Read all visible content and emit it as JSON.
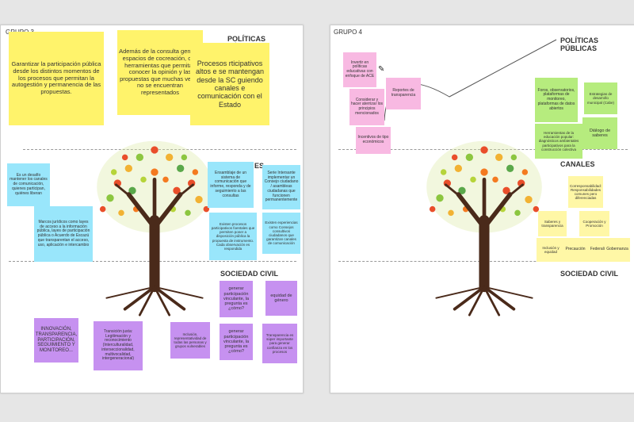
{
  "group3": {
    "title": "GRUPO 3",
    "headings": {
      "politicas": "POLÍTICAS PÚBLICAS",
      "canales": "ES",
      "sociedad": "SOCIEDAD CIVIL"
    },
    "yellow_notes": [
      "Garantizar la participación pública desde los distintos momentos de los procesos que permitan la autogestión y permanencia de las propuestas.",
      "Además de la consulta generar espacios de cocreación, con herramientas que permitan conocer la opinión y las propuestas que muchas veces no se encuentran representados",
      "Procesos rticipativos altos e se mantengan desde la SC guiendo canales e comunicación con el Estado"
    ],
    "blue_notes": [
      "Es un desafío mantener los canales de comunicación, quienes participan, quiénes liberan",
      "Marcos jurídicos como layes de acceso a la información pública, layes de participación pública o Acuerdo de Escazú que transparentan el acceso, uso, aplicación e intercambio",
      "Ensamblaje de un sistema de comunicación que informe, responda y de seguimiento a las consultas",
      "Existen procesos participativos foentales que permiten poner a disposición pública la propuesta de instrumento. Cada observación es respondida",
      "Serie Intersante implementar un Consejo ciudadano / asambleas ciudadanas que funcionen permanentemente",
      "Existen experiencias como Consejos consultivos ciudadanos que garantizan canales de comunicación"
    ],
    "purple_notes": [
      "INNOVACIÓN, TRANSPARENCIA, PARTICIPACIÓN, SEGUIMIENTO Y MONITOREO...",
      "Transición justa: Legitimación y reconocimiento (Interculturalidad, interseccionalidad, multivocalidad, intergeneracional)",
      "Inclusión, representatividad de todas las personas y grupos vulnerables",
      "generar participación vinculante, la pregunta es ¿cómo?",
      "equidad de género",
      "generar participación vinculante, la pregunta es ¿cómo?",
      "Transparencia es súper importante para generar confianza en los procesos"
    ]
  },
  "group4": {
    "title": "GRUPO 4",
    "headings": {
      "politicas": "POLÍTICAS PÚBLICAS",
      "canales": "CANALES",
      "sociedad": "SOCIEDAD CIVIL"
    },
    "pink_notes": [
      "Invertir en políticas educativas con enfoque de ACE",
      "Considerar y hacer aterrizar los principios mencionados",
      "Reportes de transparencia",
      "Incentivos de tipo económicos"
    ],
    "green_notes": [
      "Foros, observatorios, plataformas de monitoreo, plataformas de datos abiertos",
      "Estrategias de desarrollo municipal (Cabe)",
      "Herramientas de la educación popular: diagnósticos ambientales participativos para la construcción colectiva",
      "Diálogo de saberes"
    ],
    "pale_notes": [
      "Corresponsabilidad: Responsabilidades comunes pero diferenciadas",
      "Saberes y transparencia",
      "Cooperación y Promoción",
      "Inclusión y equidad",
      "Precaución",
      "Federalidad",
      "Gobernanza"
    ]
  },
  "colors": {
    "yellow": "#fff36b",
    "blue": "#99e6fb",
    "purple": "#c691f0",
    "pink": "#f8b9e2",
    "green": "#b6ec7e",
    "trunk": "#4a2a1a"
  }
}
